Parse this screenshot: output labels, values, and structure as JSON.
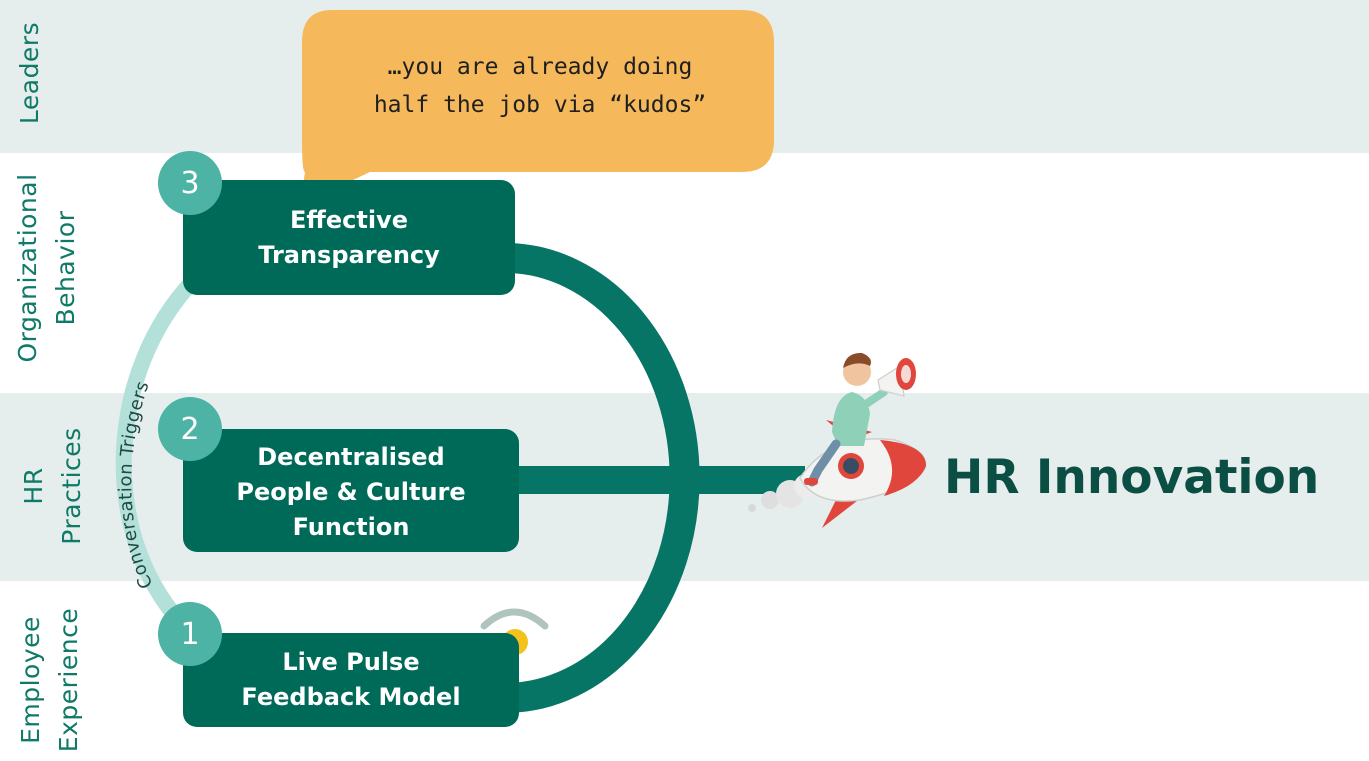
{
  "rows": [
    {
      "lines": [
        "Leaders"
      ]
    },
    {
      "lines": [
        "Organizational",
        "Behavior"
      ]
    },
    {
      "lines": [
        "HR",
        "Practices"
      ]
    },
    {
      "lines": [
        "Employee",
        "Experience"
      ]
    }
  ],
  "steps": [
    {
      "number": "1",
      "lines": [
        "Live Pulse",
        "Feedback Model"
      ]
    },
    {
      "number": "2",
      "lines": [
        "Decentralised",
        "People & Culture",
        "Function"
      ]
    },
    {
      "number": "3",
      "lines": [
        "Effective",
        "Transparency"
      ]
    }
  ],
  "arrow_label": "Conversation Triggers",
  "callout": {
    "lines": [
      "…you are already doing",
      "half the job via “kudos”"
    ]
  },
  "outcome": "HR Innovation",
  "colors": {
    "box": "#006a59",
    "ring": "#077565",
    "badge": "#4db3a4",
    "arrow": "#b3e0d9",
    "band": "#e6eeed",
    "callout": "#f5b95c",
    "outcome_text": "#0b4f44",
    "row_label": "#0e7a67"
  },
  "icons": [
    "rocket-rider-illustration",
    "megaphone-icon",
    "pulse-signal-icon"
  ]
}
